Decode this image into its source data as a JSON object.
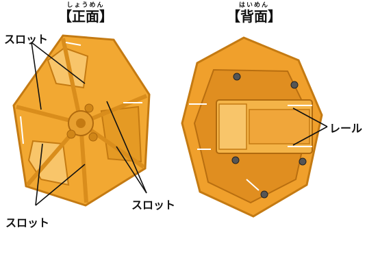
{
  "front": {
    "ruby": "しょうめん",
    "title": "【正面】"
  },
  "back": {
    "ruby": "はいめん",
    "title": "【背面】"
  },
  "labels": {
    "slot_top_left": "スロット",
    "slot_bottom_right": "スロット",
    "slot_bottom_left": "スロット",
    "rail": "レール"
  },
  "colors": {
    "part_main": "#f2a832",
    "part_light": "#f8c56a",
    "part_dark": "#c47a12",
    "line": "#111111"
  }
}
